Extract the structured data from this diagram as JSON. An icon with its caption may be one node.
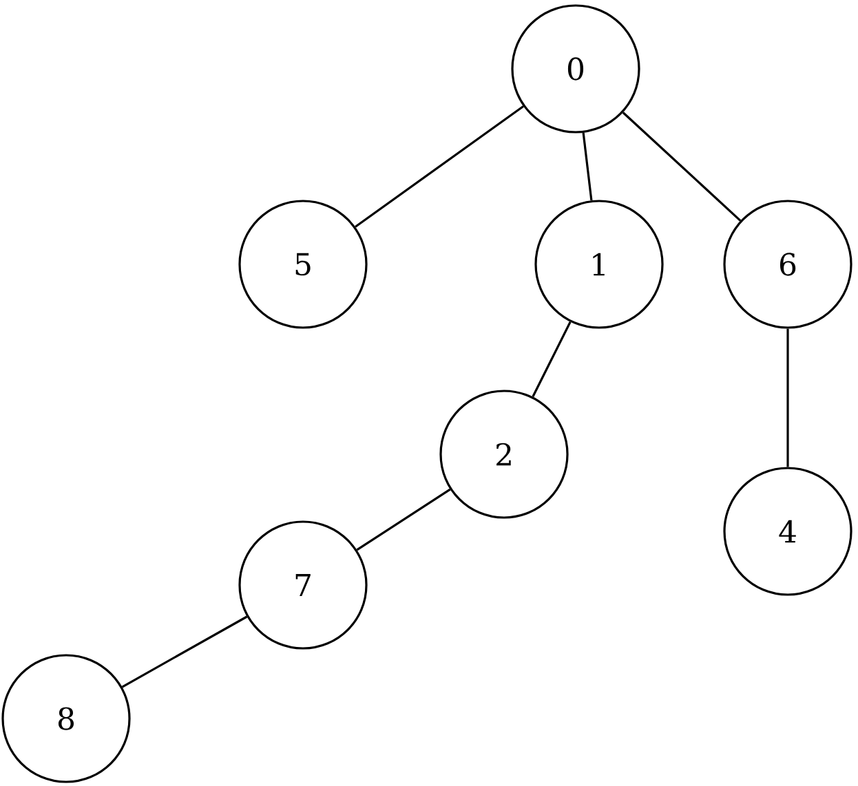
{
  "diagram": {
    "nodes": [
      {
        "text": [
          "0"
        ]
      },
      {
        "text": [
          "5"
        ]
      },
      {
        "text": [
          "1"
        ]
      },
      {
        "text": [
          "6"
        ]
      },
      {
        "text": [
          "2"
        ]
      },
      {
        "text": [
          "4"
        ]
      },
      {
        "text": [
          "7"
        ]
      },
      {
        "text": [
          "8"
        ]
      }
    ],
    "edges": [
      {
        "from": 0,
        "to": 1,
        "arrow": "none"
      },
      {
        "from": 0,
        "to": 2,
        "arrow": "none"
      },
      {
        "from": 0,
        "to": 3,
        "arrow": "none"
      },
      {
        "from": 2,
        "to": 4,
        "arrow": "none"
      },
      {
        "from": 3,
        "to": 5,
        "arrow": "none"
      },
      {
        "from": 4,
        "to": 6,
        "arrow": "none"
      },
      {
        "from": 6,
        "to": 7,
        "arrow": "none"
      }
    ]
  }
}
